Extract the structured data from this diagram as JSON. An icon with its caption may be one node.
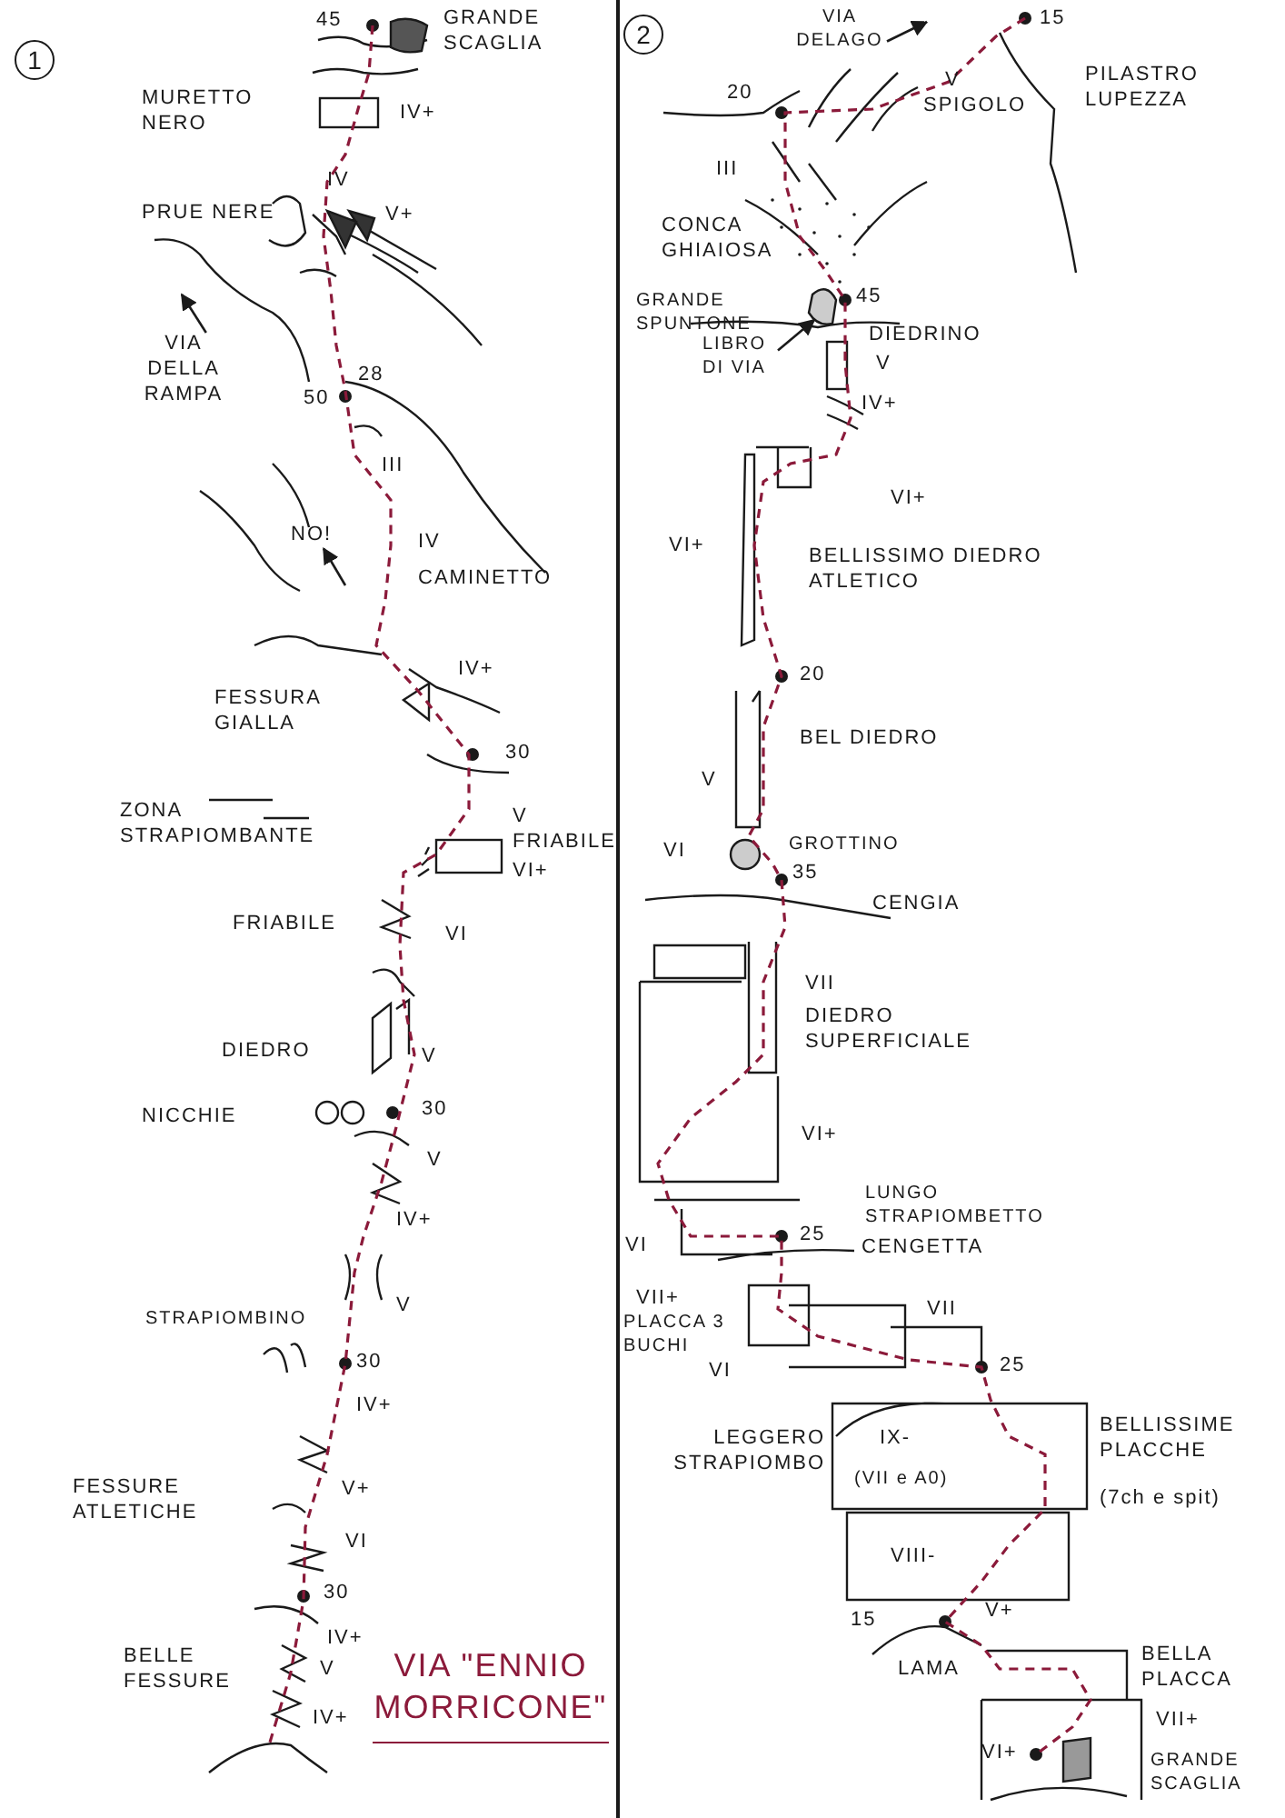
{
  "diagram": {
    "title": "VIA \"ENNIO MORRICONE\"",
    "nodes": [
      {
        "text": [
          "VIA DELLA RAMPA"
        ]
      },
      {
        "text": [
          "NO!"
        ]
      },
      {
        "text": [
          "VIA DELAGO"
        ]
      },
      {
        "text": [
          "LIBRO DI VIA"
        ]
      }
    ],
    "edges": [
      {
        "from": 0,
        "to": null,
        "arrow": "to"
      },
      {
        "from": null,
        "to": 1,
        "arrow": "to"
      },
      {
        "from": 2,
        "to": null,
        "arrow": "to"
      },
      {
        "from": 3,
        "to": null,
        "arrow": "to"
      }
    ],
    "labels": [
      "1",
      "45",
      "GRANDE SCAGLIA",
      "MURETTO NERO",
      "IV+",
      "IV",
      "PRUE NERE",
      "V+",
      "50",
      "28",
      "III",
      "IV",
      "CAMINETTO",
      "IV+",
      "FESSURA GIALLA",
      "30",
      "ZONA STRAPIOMBANTE",
      "V",
      "FRIABILE",
      "VI+",
      "FRIABILE",
      "VI",
      "DIEDRO",
      "V",
      "NICCHIE",
      "30",
      "V",
      "IV+",
      "STRAPIOMBINO",
      "V",
      "30",
      "IV+",
      "FESSURE ATLETICHE",
      "V+",
      "VI",
      "30",
      "IV+",
      "BELLE FESSURE",
      "V",
      "IV+",
      "2",
      "15",
      "PILASTRO LUPEZZA",
      "20",
      "V",
      "SPIGOLO",
      "III",
      "CONCA GHIAIOSA",
      "GRANDE SPUNTONE",
      "45",
      "DIEDRINO",
      "V",
      "IV+",
      "VI+",
      "VI+",
      "BELLISSIMO DIEDRO ATLETICO",
      "20",
      "BEL DIEDRO",
      "V",
      "VI",
      "GROTTINO",
      "35",
      "CENGIA",
      "VII",
      "DIEDRO SUPERFICIALE",
      "VI+",
      "LUNGO STRAPIOMBETTO",
      "25",
      "VI",
      "CENGETTA",
      "VII+",
      "PLACCA 3 BUCHI",
      "VI",
      "VII",
      "25",
      "LEGGERO STRAPIOMBO",
      "IX-",
      "(VII e A0)",
      "BELLISSIME PLACCHE",
      "(7ch e spit)",
      "VIII-",
      "15",
      "V+",
      "LAMA",
      "BELLA PLACCA",
      "VII+",
      "VI+",
      "GRANDE SCAGLIA"
    ]
  }
}
